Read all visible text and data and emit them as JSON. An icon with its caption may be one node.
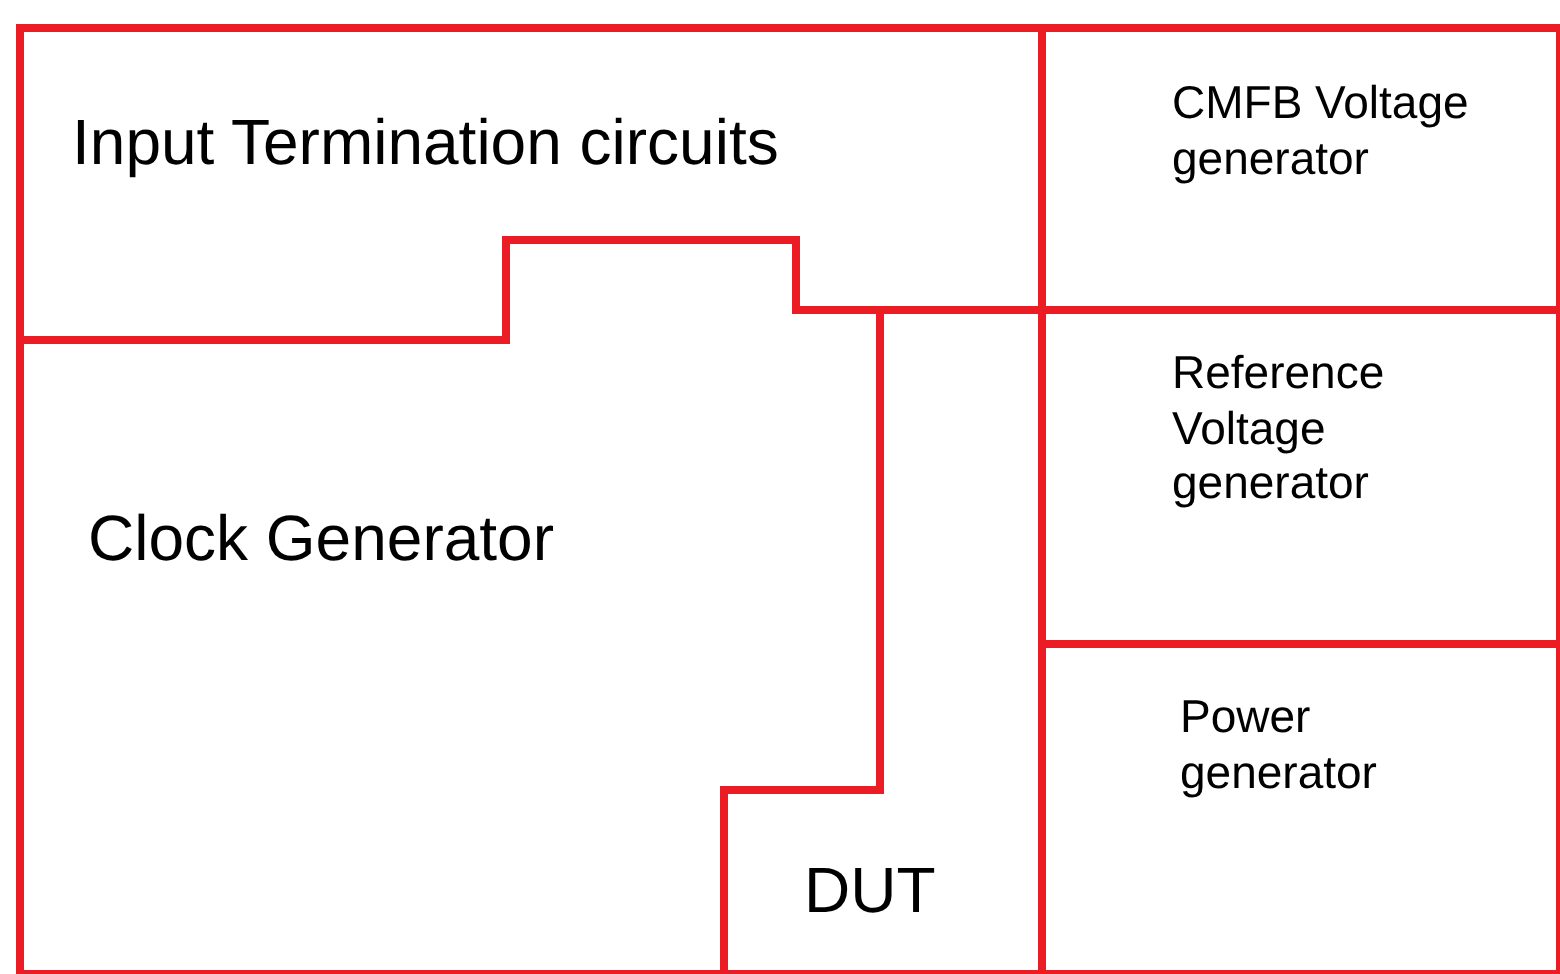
{
  "diagram": {
    "nodes": [
      {
        "text": [
          "Input Termination circuits"
        ]
      },
      {
        "text": [
          "CMFB Voltage generator"
        ]
      },
      {
        "text": [
          "Reference Voltage generator"
        ]
      },
      {
        "text": [
          "Clock Generator"
        ]
      },
      {
        "text": [
          "Power generator"
        ]
      },
      {
        "text": [
          "DUT"
        ]
      }
    ]
  }
}
